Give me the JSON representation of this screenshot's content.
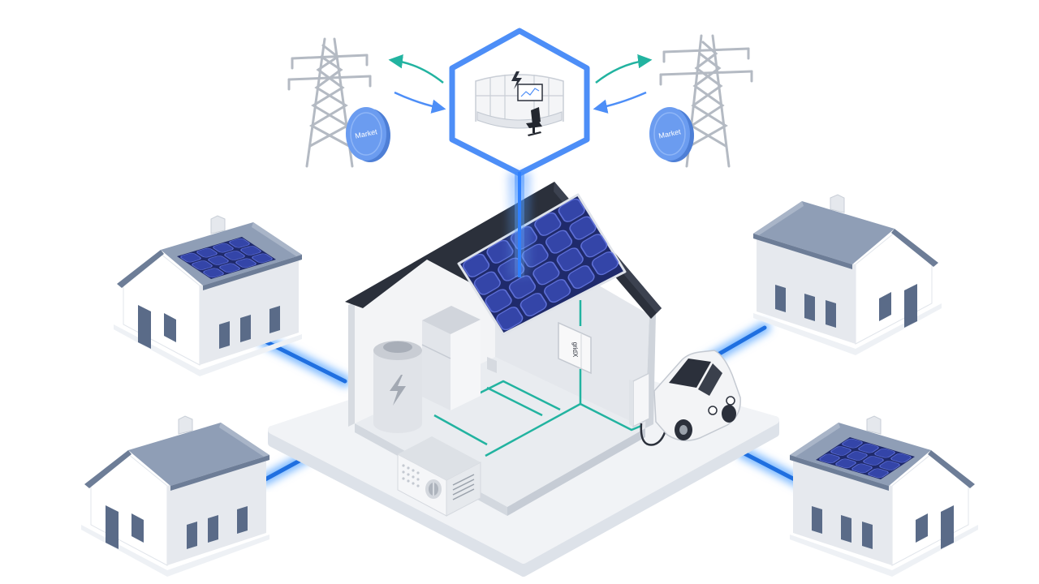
{
  "labels": {
    "market_left": "Market",
    "market_right": "Market",
    "gateway": "gridX"
  },
  "colors": {
    "accent_blue": "#4d8ef7",
    "connection_blue": "#1f6fe0",
    "flow_teal": "#22b3a0",
    "solar_navy": "#1f2a6b",
    "solar_cell": "#3445a8",
    "roof_dark": "#2b303b",
    "roof_gray": "#8f9eb6",
    "coin_blue": "#6b9cf0"
  }
}
